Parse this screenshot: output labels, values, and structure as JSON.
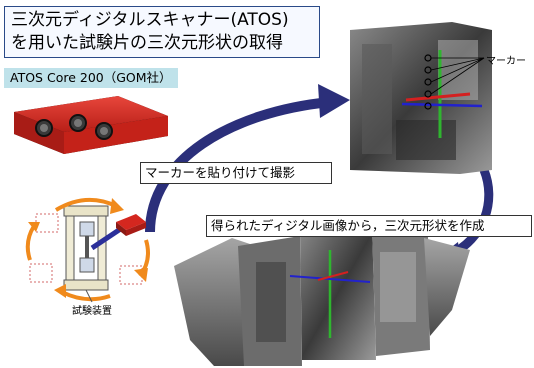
{
  "title": {
    "line1": "三次元ディジタルスキャナー(ATOS)",
    "line2": "を用いた試験片の三次元形状の取得"
  },
  "device_label": "ATOS Core 200（GOM社）",
  "marker_label": "マーカー",
  "marker_callout": "マーカーを貼り付けて撮影",
  "digital_callout": "得られたディジタル画像から，三次元形状を作成",
  "specimen_label": "試験装置",
  "colors": {
    "arrow_navy": "#2b2f7a",
    "rotation_orange": "#f08a1c",
    "scanner_red": "#d4271f",
    "label_bg": "#bfe2ea",
    "axis_green": "#2fb52f",
    "axis_red": "#d42020",
    "axis_blue": "#2222cc"
  }
}
